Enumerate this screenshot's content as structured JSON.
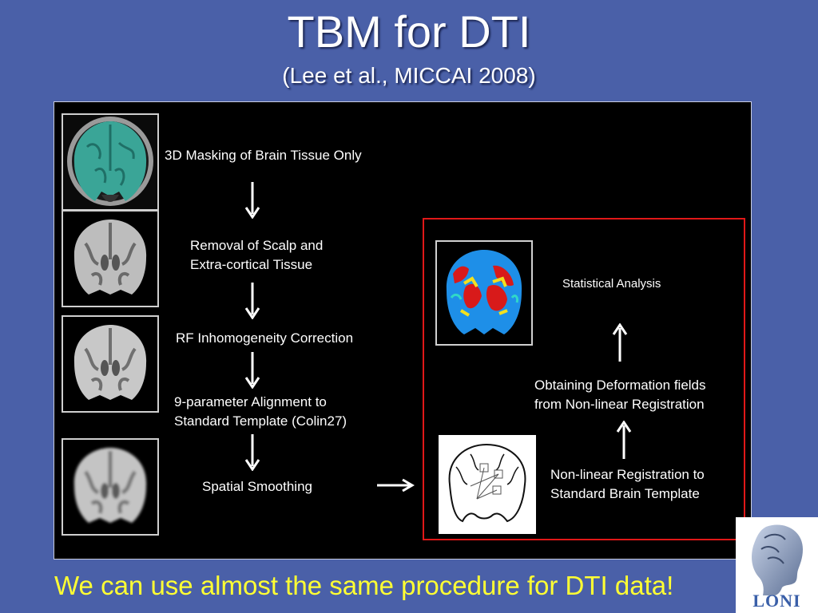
{
  "slide": {
    "title": "TBM for DTI",
    "subtitle": "(Lee et al., MICCAI 2008)",
    "footer_text": "We can use almost the same procedure for DTI data!"
  },
  "pipeline": {
    "steps": [
      {
        "label_lines": [
          "3D Masking of Brain Tissue Only"
        ]
      },
      {
        "label_lines": [
          "Removal of Scalp and",
          "Extra-cortical Tissue"
        ]
      },
      {
        "label_lines": [
          "RF Inhomogeneity Correction"
        ]
      },
      {
        "label_lines": [
          "9-parameter Alignment to",
          "Standard Template (Colin27)"
        ]
      },
      {
        "label_lines": [
          "Spatial Smoothing"
        ]
      }
    ],
    "right_steps": {
      "statistical": "Statistical Analysis",
      "deformation_line1": "Obtaining Deformation fields",
      "deformation_line2": "from Non-linear Registration",
      "registration_line1": "Non-linear Registration to",
      "registration_line2": "Standard Brain Template"
    }
  },
  "logo": {
    "text": "LONI"
  },
  "colors": {
    "background": "#4a60a8",
    "panel": "#000000",
    "highlight_box": "#e01818",
    "footer_text": "#ffff33",
    "mask_overlay": "#3aa597"
  }
}
